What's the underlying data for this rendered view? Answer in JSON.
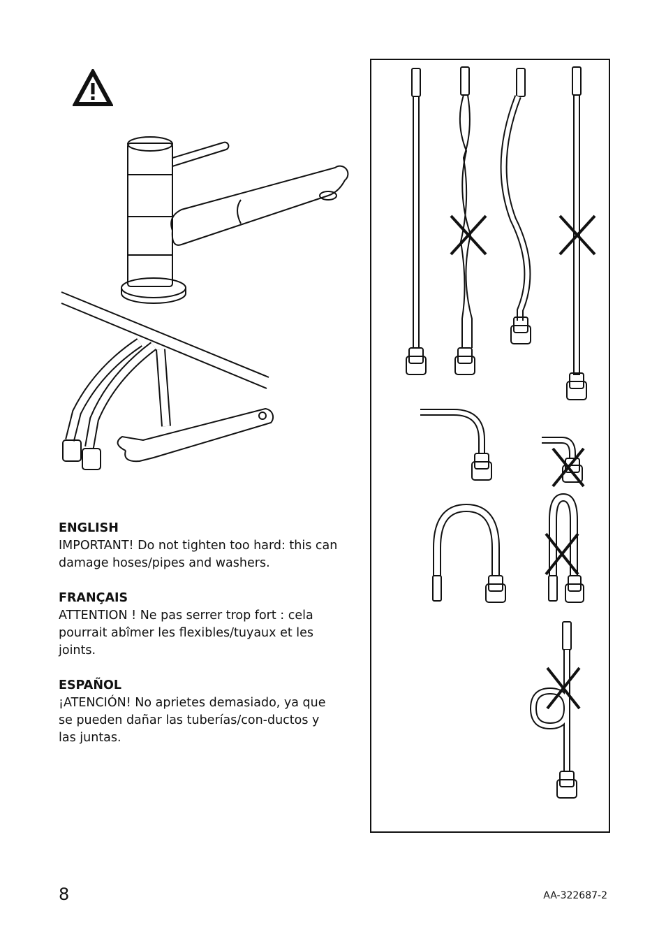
{
  "sections": [
    {
      "title": "ENGLISH",
      "body": "IMPORTANT! Do not tighten too hard: this can damage hoses/pipes and washers."
    },
    {
      "title": "FRANÇAIS",
      "body": "ATTENTION ! Ne pas serrer trop fort : cela pourrait abîmer les flexibles/tuyaux et les joints."
    },
    {
      "title": "ESPAÑOL",
      "body": "¡ATENCIÓN! No aprietes demasiado, ya que se pueden dañar las tuberías/con-ductos y las juntas."
    }
  ],
  "footer": {
    "page_number": "8",
    "doc_code": "AA-322687-2"
  },
  "icons": {
    "warning": "warning-triangle-icon",
    "wrong": "cross-mark-icon"
  }
}
